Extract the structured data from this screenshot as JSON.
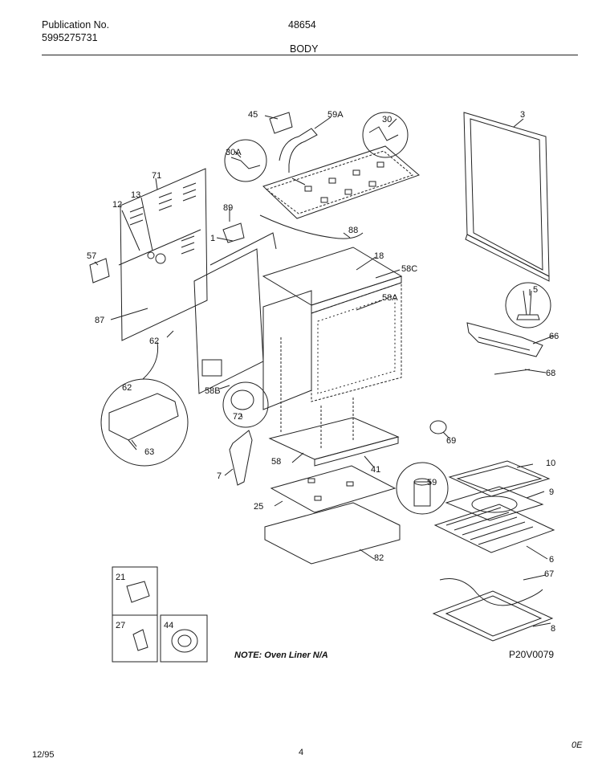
{
  "header": {
    "publication_label": "Publication No.",
    "publication_number": "5995275731",
    "model_number": "48654",
    "section_title": "BODY"
  },
  "parts": [
    "45",
    "59A",
    "30",
    "3",
    "30A",
    "71",
    "12",
    "13",
    "89",
    "1",
    "88",
    "57",
    "18",
    "58C",
    "5",
    "58A",
    "87",
    "66",
    "62",
    "68",
    "58B",
    "72",
    "69",
    "7",
    "58",
    "41",
    "59",
    "10",
    "9",
    "25",
    "82",
    "6",
    "67",
    "8",
    "21",
    "27",
    "44"
  ],
  "note": "NOTE: Oven Liner N/A",
  "diagram_code": "P20V0079",
  "footer": {
    "date": "12/95",
    "page_number": "4",
    "corner_mark": "0E"
  }
}
